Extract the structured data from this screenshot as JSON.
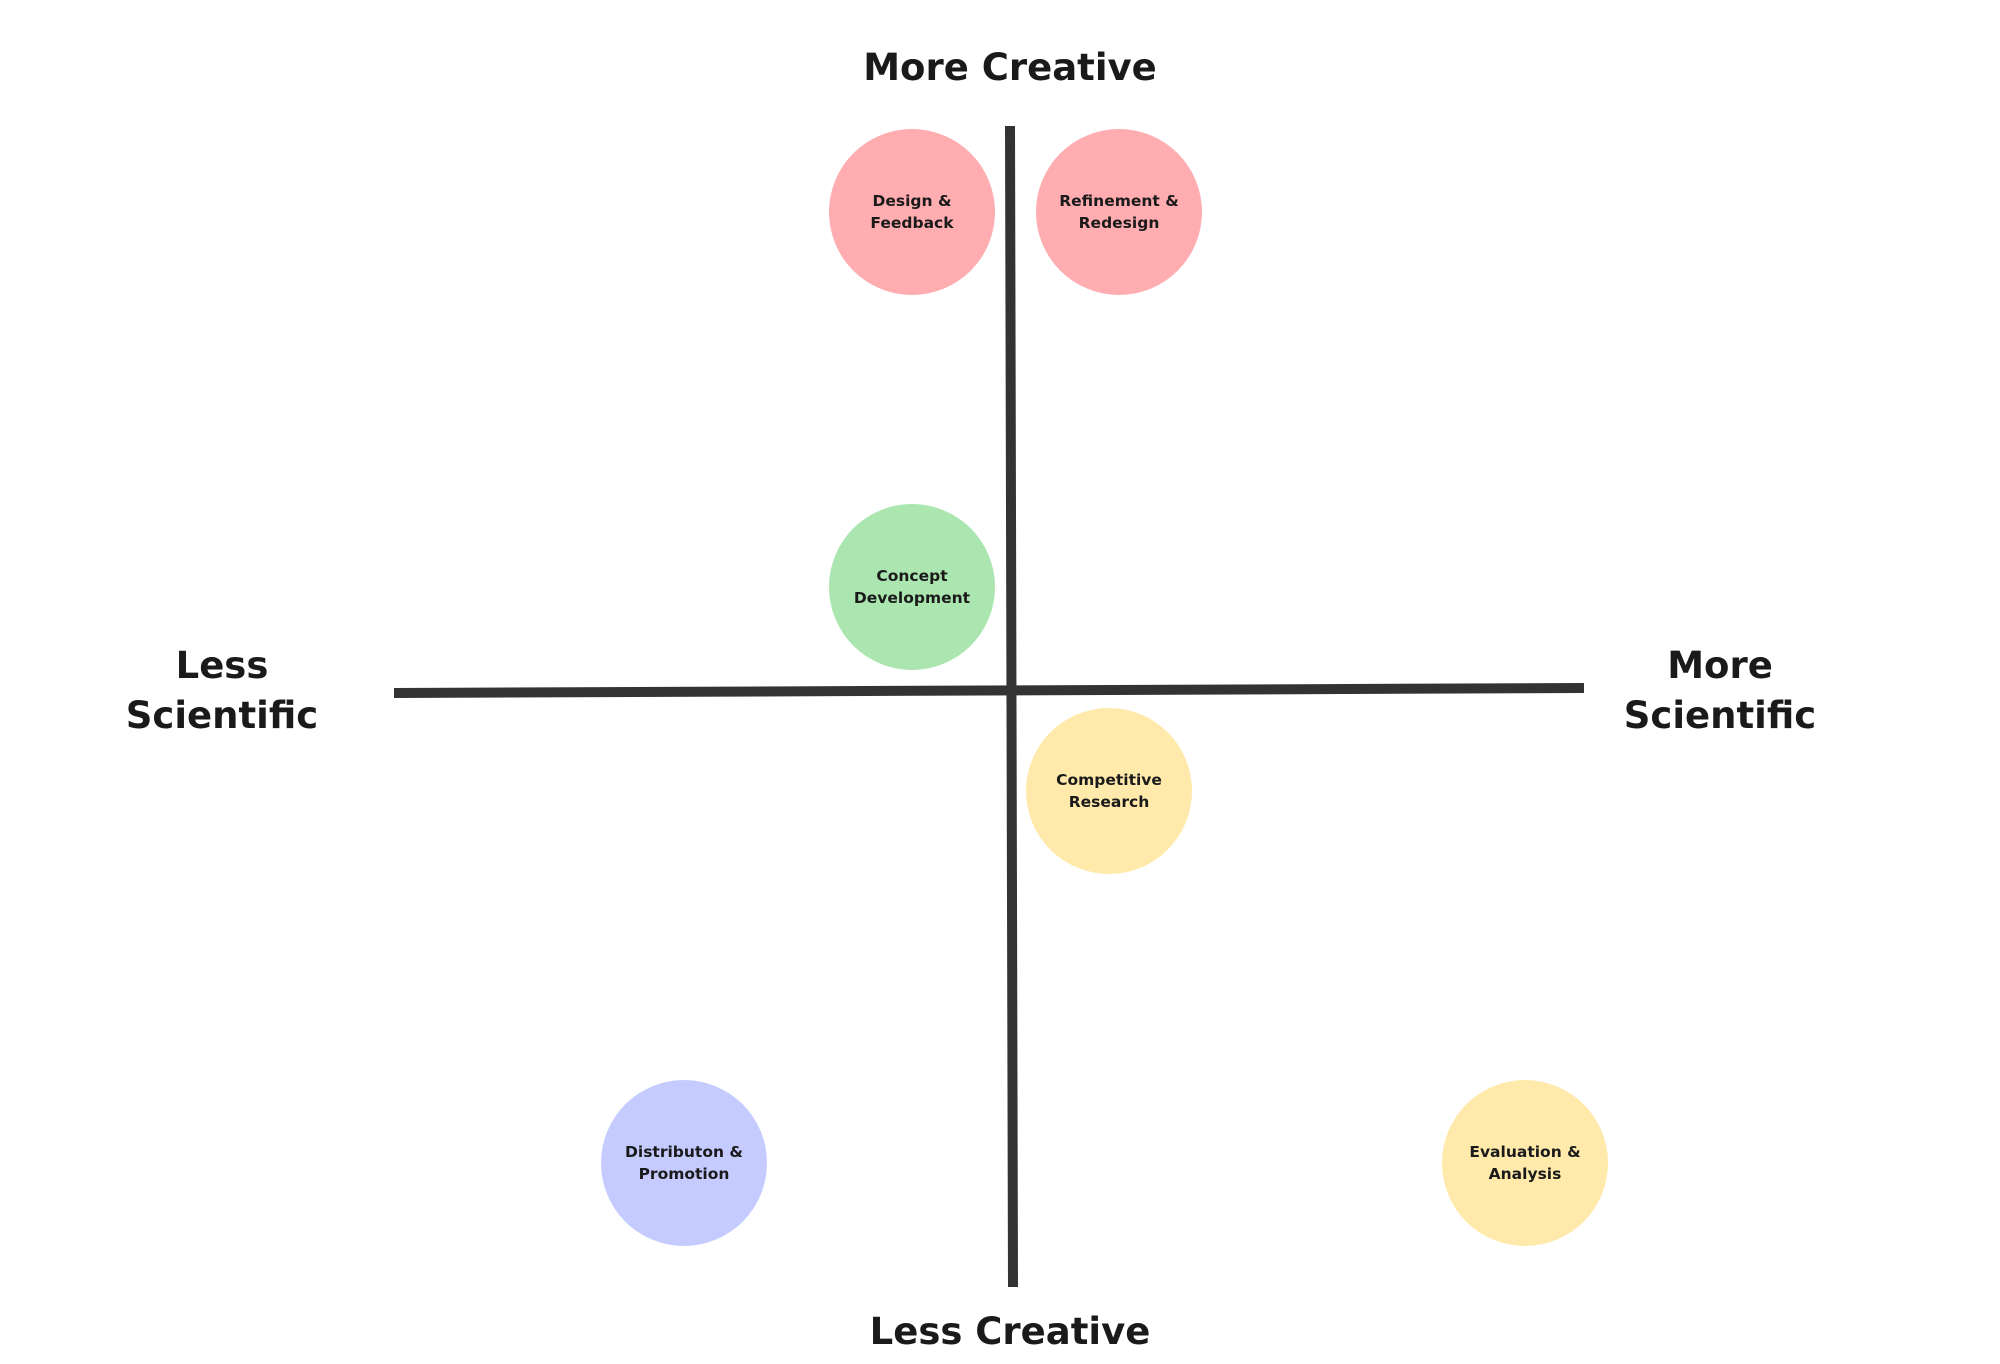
{
  "axes": {
    "top": "More Creative",
    "bottom": "Less Creative",
    "left": "Less\nScientific",
    "right": "More\nScientific",
    "line_color": "#333333"
  },
  "items": [
    {
      "label": "Design &\nFeedback",
      "color": "#ffadb0"
    },
    {
      "label": "Refinement &\nRedesign",
      "color": "#ffadb0"
    },
    {
      "label": "Concept\nDevelopment",
      "color": "#abe6b0"
    },
    {
      "label": "Competitive\nResearch",
      "color": "#ffe9ab"
    },
    {
      "label": "Distributon &\nPromotion",
      "color": "#c5cbff"
    },
    {
      "label": "Evaluation &\nAnalysis",
      "color": "#ffe9ab"
    }
  ]
}
